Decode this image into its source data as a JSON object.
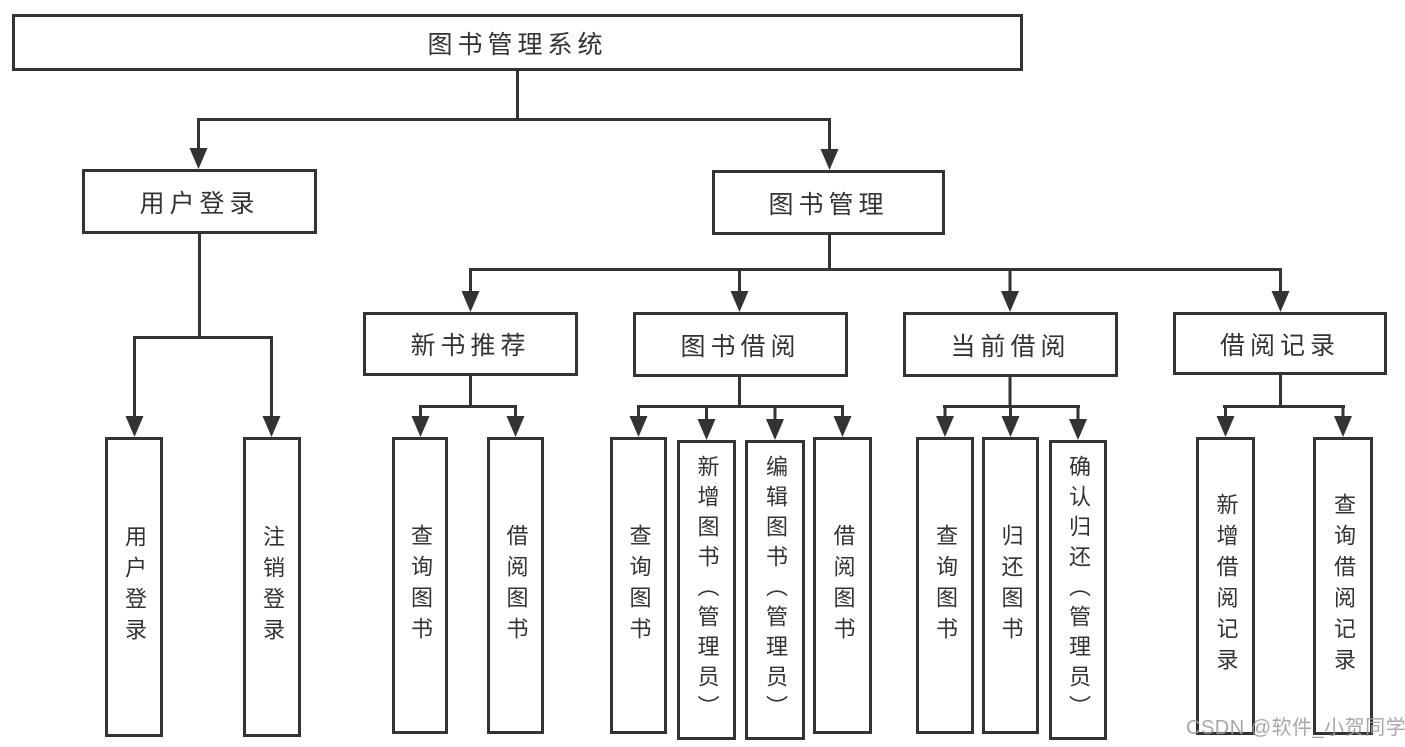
{
  "diagram": {
    "title": "图书管理系统",
    "nodes": {
      "user_login": "用户登录",
      "book_mgmt": "图书管理",
      "new_book": "新书推荐",
      "book_borrow": "图书借阅",
      "current_borrow": "当前借阅",
      "borrow_record": "借阅记录",
      "ul_login": "用户登录",
      "ul_logout": "注销登录",
      "nb_query": "查询图书",
      "nb_borrow": "借阅图书",
      "bb_query": "查询图书",
      "bb_add": "新增图书（管理员）",
      "bb_edit": "编辑图书（管理员）",
      "bb_borrow": "借阅图书",
      "cb_query": "查询图书",
      "cb_return": "归还图书",
      "cb_confirm": "确认归还（管理员）",
      "br_add": "新增借阅记录",
      "br_query": "查询借阅记录"
    }
  },
  "watermark": {
    "text": "CSDN @软件_小贺同学"
  },
  "colors": {
    "line": "#333333",
    "text": "#333333",
    "box_background": "#ffffff",
    "watermark_text": "#a59c9c",
    "background": "#ffffff"
  }
}
